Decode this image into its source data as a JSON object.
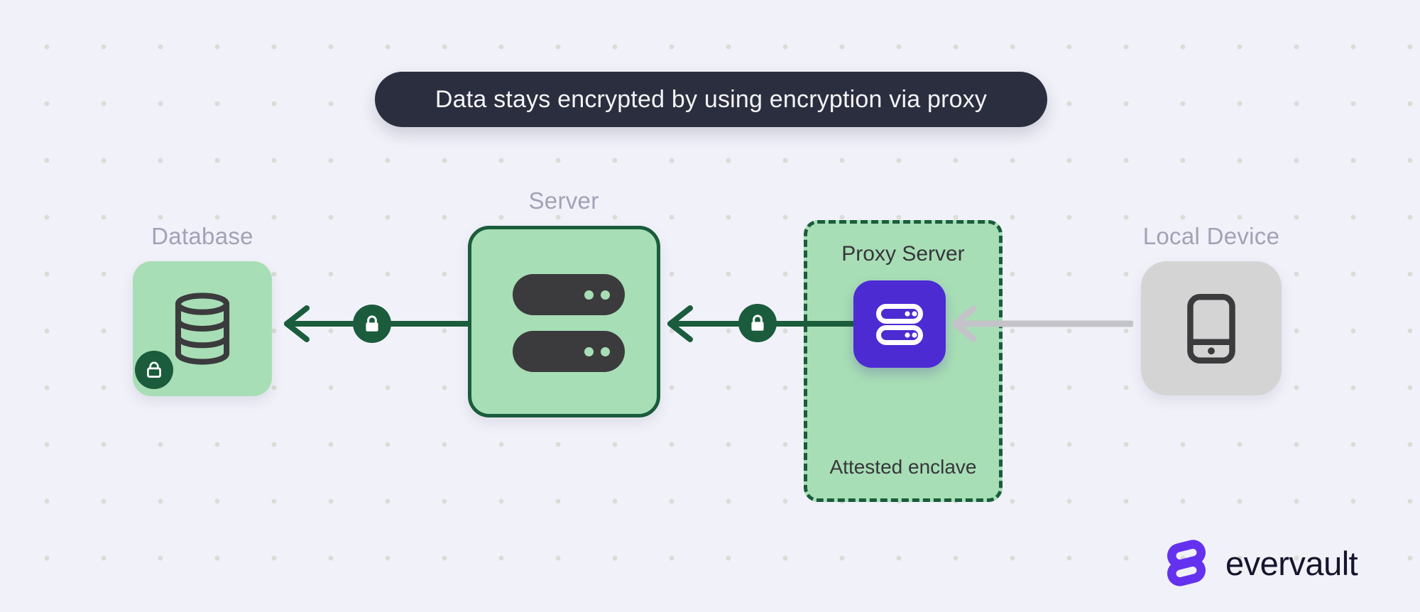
{
  "banner": {
    "text": "Data stays encrypted by using encryption via proxy"
  },
  "nodes": {
    "database": {
      "label": "Database",
      "icon": "database-icon",
      "badge_icon": "lock-icon"
    },
    "server": {
      "label": "Server",
      "icon": "server-rack-icon"
    },
    "proxy": {
      "title": "Proxy Server",
      "caption": "Attested enclave",
      "icon": "proxy-server-icon"
    },
    "device": {
      "label": "Local Device",
      "icon": "mobile-phone-icon"
    }
  },
  "arrows": [
    {
      "name": "server-to-database",
      "direction": "left",
      "encrypted": true,
      "badge_icon": "lock-icon"
    },
    {
      "name": "proxy-to-server",
      "direction": "left",
      "encrypted": true,
      "badge_icon": "lock-icon"
    },
    {
      "name": "device-to-proxy",
      "direction": "left",
      "encrypted": false
    }
  ],
  "brand": {
    "wordmark": "evervault",
    "mark_icon": "evervault-logo-mark"
  },
  "colors": {
    "background": "#f1f1f9",
    "grid_dot": "#dbdbd7",
    "banner_bg": "#2a2e3f",
    "banner_text": "#f4f4f6",
    "node_green": "#a8deb5",
    "dark_green": "#1a5c3c",
    "purple": "#4c2bd3",
    "logo_purple": "#6432ee",
    "device_gray": "#d4d4d5",
    "icon_dark": "#3b3b3d",
    "muted_label": "#a1a2b6",
    "dark_label": "#36363d",
    "gray_arrow": "#c3c3c9",
    "wordmark_color": "#15152c"
  }
}
